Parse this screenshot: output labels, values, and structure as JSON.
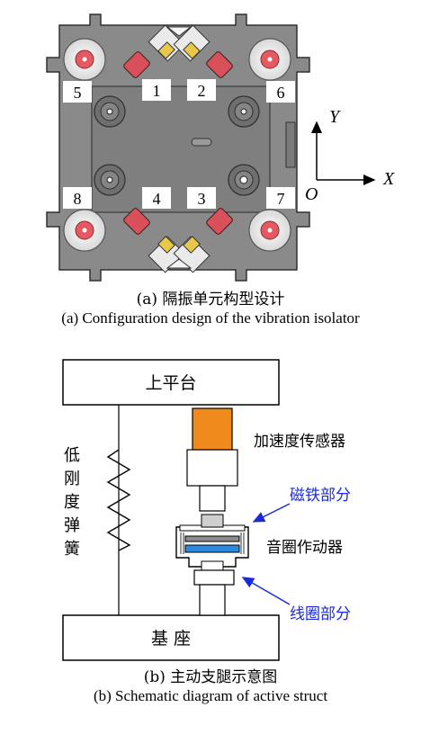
{
  "figure_a": {
    "caption_zh": "(a) 隔振单元构型设计",
    "caption_en": "(a) Configuration design of the vibration isolator",
    "actuator_labels": [
      "1",
      "2",
      "3",
      "4",
      "5",
      "6",
      "7",
      "8"
    ],
    "axis_y": "Y",
    "axis_x": "X",
    "axis_origin": "O"
  },
  "figure_b": {
    "caption_zh": "(b) 主动支腿示意图",
    "caption_en": "(b) Schematic diagram of active struct",
    "upper_platform": "上平台",
    "base": "基 座",
    "spring_label": [
      "低",
      "刚",
      "度",
      "弹",
      "簧"
    ],
    "accelerometer": "加速度传感器",
    "magnet_part": "磁铁部分",
    "voice_coil_actuator": "音圈作动器",
    "coil_part": "线圈部分",
    "colors": {
      "accelerometer_fill": "#f08a1c",
      "callout_blue": "#1a2ad8",
      "coil_blue": "#2a8ae0",
      "plate_gray": "#8c8c8c"
    }
  }
}
